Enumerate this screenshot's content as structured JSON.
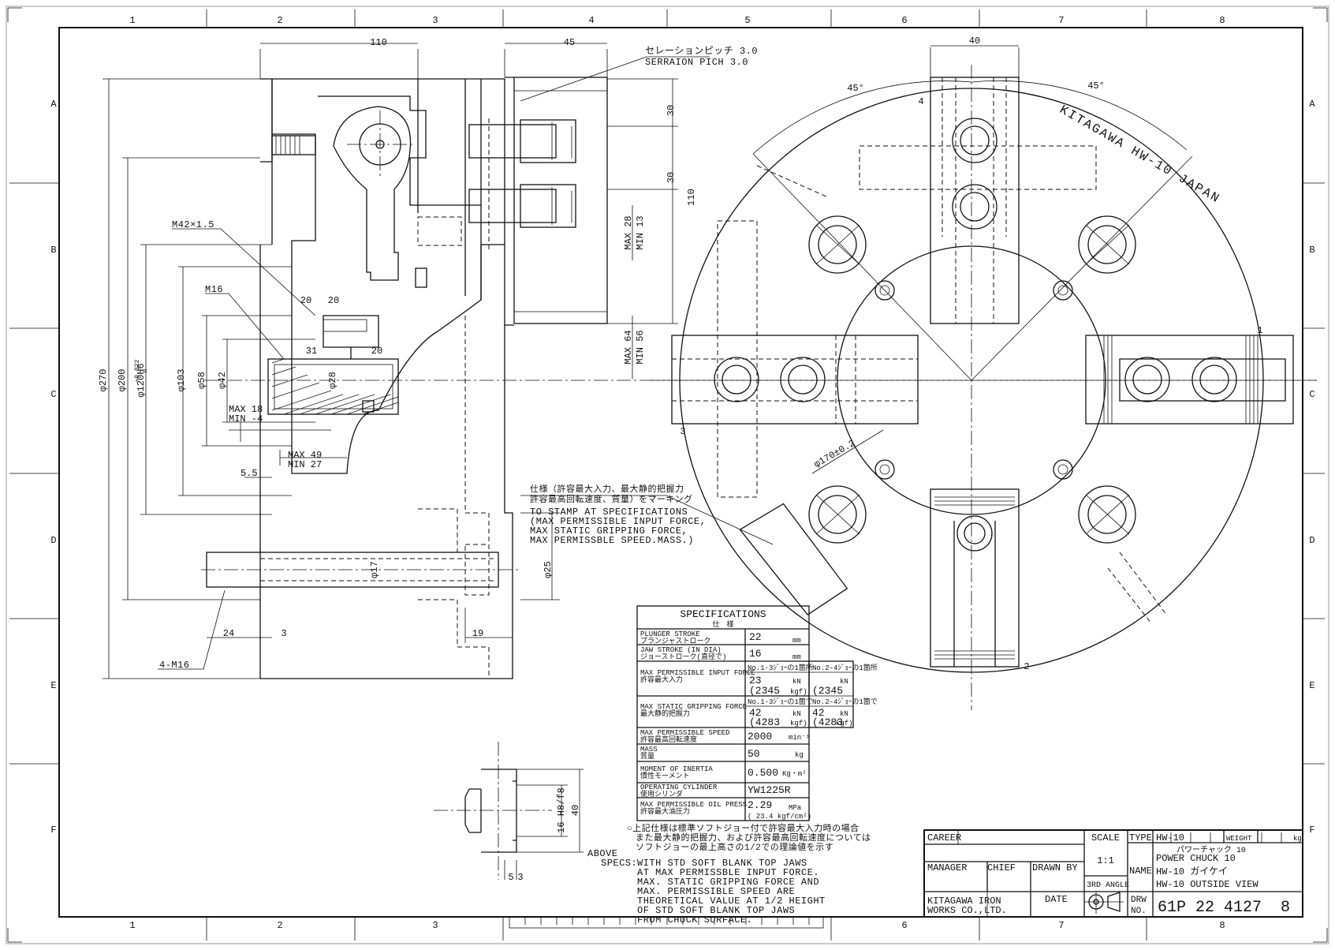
{
  "border": {
    "columns": [
      "1",
      "2",
      "3",
      "4",
      "5",
      "6",
      "7",
      "8"
    ],
    "rows": [
      "A",
      "B",
      "C",
      "D",
      "E",
      "F"
    ]
  },
  "callouts": {
    "serration_jp": "セレーションピッチ 3.0",
    "serration_en": "SERRAION PICH 3.0",
    "m42": "M42×1.5",
    "m16": "M16",
    "four_m16": "4-M16",
    "stamp_jp_1": "仕様（許容最大入力、最大静的把握力",
    "stamp_jp_2": "許容最高回転速度、質量）をマーキング",
    "stamp_en_1": "TO STAMP AT SPECIFICATIONS",
    "stamp_en_2": "(MAX PERMISSIBLE INPUT FORCE,",
    "stamp_en_3": "MAX STATIC GRIPPING FORCE,",
    "stamp_en_4": "MAX PERMISSBLE SPEED.MASS.)"
  },
  "dims": {
    "d110_top": "110",
    "d45": "45",
    "d30a": "30",
    "d30b": "30",
    "d110_side": "110",
    "max28": "MAX 28",
    "min13": "MIN 13",
    "max64": "MAX 64",
    "min56": "MIN 56",
    "d20a": "20",
    "d20b": "20",
    "d31": "31",
    "d20c": "20",
    "phi28": "φ28",
    "phi270": "φ270",
    "phi200": "φ200",
    "phi120": "φ120H6",
    "phi120_tol_up": "+0.022",
    "phi120_tol_lo": "0",
    "phi103": "φ103",
    "phi58": "φ58",
    "phi42": "φ42",
    "max18": "MAX 18",
    "min_4": "MIN -4",
    "max49": "MAX 49",
    "min27": "MIN 27",
    "d5_5": "5.5",
    "phi17": "φ17",
    "phi25": "φ25",
    "d24": "24",
    "d3": "3",
    "d19": "19",
    "d40_top": "40",
    "ang45a": "45°",
    "ang45b": "45°",
    "phi170": "φ170±0.2",
    "jaw1": "1",
    "jaw2": "2",
    "jaw3": "3",
    "jaw4": "4",
    "d16h8": "16 H8/f8",
    "d40_small": "40",
    "d5": "5",
    "d3_small": "3"
  },
  "logo_text": "KITAGAWA HW-10 JAPAN",
  "specs": {
    "title_en": "SPECIFICATIONS",
    "title_jp": "仕　様",
    "rows": [
      {
        "label_en": "PLUNGER STROKE",
        "label_jp": "プランジャストローク",
        "value": "22",
        "unit": "mm"
      },
      {
        "label_en": "JAW STROKE (IN DIA)",
        "label_jp": "ジョーストローク(直径で)",
        "value": "16",
        "unit": "mm"
      }
    ],
    "input_force": {
      "label_en": "MAX PERMISSIBLE INPUT FORCE",
      "label_jp": "許容最大入力",
      "col1_head": "No.1-3ｼﾞｮｰの1箇所",
      "col2_head": "No.2-4ｼﾞｮｰの1箇所",
      "col1_val": "23",
      "col1_unit": "kN",
      "col1_kgf": "(2345",
      "col1_kgf_unit": "kgf)",
      "col2_kgf": "(2345",
      "col2_unit": "kN"
    },
    "grip_force": {
      "label_en": "MAX STATIC GRIPPING FORCE",
      "label_jp": "最大静的把握力",
      "col1_head": "No.1-3ｼﾞｮｰの1箇で",
      "col2_head": "No.2-4ｼﾞｮｰの1箇で",
      "col1_val": "42",
      "col1_unit": "kN",
      "col1_kgf": "(4283",
      "col1_kgf_unit": "kgf)",
      "col2_val": "42",
      "col2_unit": "kN",
      "col2_kgf": "(4283",
      "col2_kgf_unit": "kgf)"
    },
    "rows2": [
      {
        "label_en": "MAX PERMISSIBLE SPEED",
        "label_jp": "許容最高回転速度",
        "value": "2000",
        "unit": "min⁻¹"
      },
      {
        "label_en": "MASS",
        "label_jp": "質量",
        "value": "50",
        "unit": "kg"
      },
      {
        "label_en": "MOMENT OF INERTIA",
        "label_jp": "慣性モーメント",
        "value": "0.500",
        "unit": "Kg・m²"
      },
      {
        "label_en": "OPERATING CYLINDER",
        "label_jp": "使用シリンダ",
        "value": "YW1225R",
        "unit": ""
      }
    ],
    "oil_press": {
      "label_en": "MAX PERMISSIBLE OIL PRESS",
      "label_jp": "許容最大油圧力",
      "value": "2.29",
      "unit": "MPa",
      "sub": "( 23.4  kgf/cm²)"
    }
  },
  "notes": {
    "jp_1": "○上記仕様は標準ソフトジョー付で許容最大入力時の場合",
    "jp_2": "また最大静的把握力、および許容最高回転速度については",
    "jp_3": "ソフトジョーの最上高さの1/2での理論値を示す",
    "above": "ABOVE",
    "specs_label": "SPECS:",
    "en_1": "WITH STD SOFT BLANK TOP JAWS",
    "en_2": "AT MAX PERMISSBLE INPUT FORCE.",
    "en_3": "MAX. STATIC GRIPPING FORCE AND",
    "en_4": "MAX. PERMISSIBLE SPEED ARE",
    "en_5": "THEORETICAL VALUE AT 1/2 HEIGHT",
    "en_6": "OF STD SOFT BLANK TOP JAWS",
    "en_7": "FROM CHUCK SURFACE."
  },
  "title_block": {
    "career": "CAREER",
    "manager": "MANAGER",
    "chief": "CHIEF",
    "drawn_by": "DRAWN BY",
    "date": "DATE",
    "company_1": "KITAGAWA IRON",
    "company_2": "WORKS CO.,LTD.",
    "scale_label": "SCALE",
    "scale_value": "1:1",
    "angle": "3RD ANGLE",
    "type_label": "TYPE",
    "type_value": "HW-10",
    "weight_label": "WEIGHT",
    "weight_unit": "kg",
    "name_label": "NAME",
    "name_jp": "パワーチャック 10",
    "name_1": "POWER CHUCK 10",
    "name_2": "HW-10 ガイケイ",
    "name_3": "HW-10 OUTSIDE VIEW",
    "drw_label_1": "DRW",
    "drw_label_2": "NO.",
    "drw_no": "61P 22 4127",
    "drw_rev": "8"
  }
}
